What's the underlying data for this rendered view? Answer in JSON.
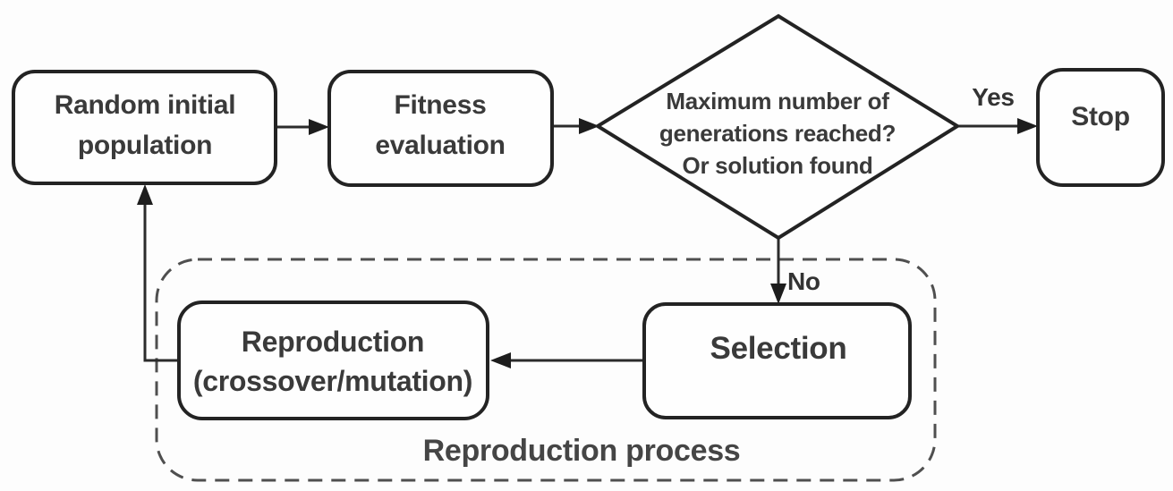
{
  "diagram": {
    "type": "flowchart",
    "background_color": "#fdfdfd",
    "line_color": "#2b2b2b",
    "text_color": "#3a3a3a",
    "dashed_outline_color": "#4f4f4f"
  },
  "nodes": {
    "random_initial_population": {
      "lines": [
        "Random initial",
        "population"
      ]
    },
    "fitness_evaluation": {
      "lines": [
        "Fitness",
        "evaluation"
      ]
    },
    "decision": {
      "lines": [
        "Maximum number of",
        "generations reached?",
        "Or solution found"
      ]
    },
    "stop": {
      "label": "Stop"
    },
    "selection": {
      "label": "Selection"
    },
    "reproduction": {
      "lines": [
        "Reproduction",
        "(crossover/mutation)"
      ]
    }
  },
  "edges": {
    "yes_label": "Yes",
    "no_label": "No"
  },
  "groups": {
    "reproduction_process": {
      "label": "Reproduction process"
    }
  }
}
